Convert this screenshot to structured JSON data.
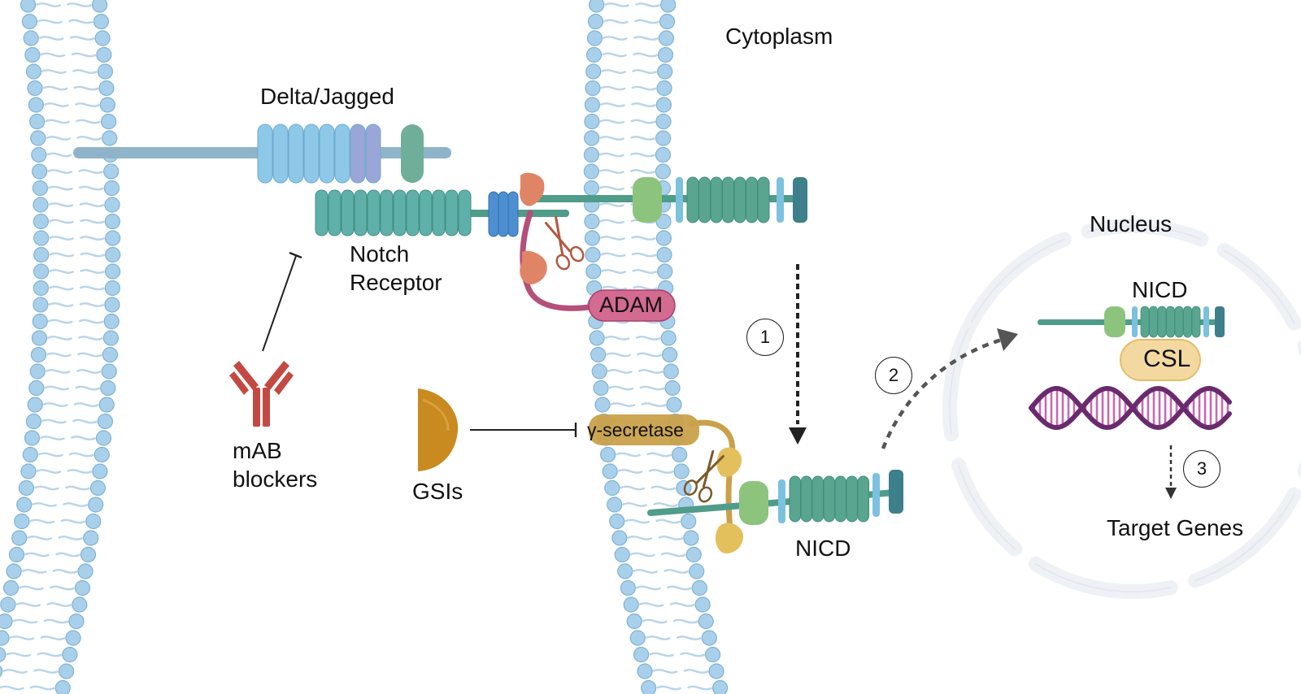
{
  "labels": {
    "cytoplasm": "Cytoplasm",
    "ligand": "Delta/Jagged",
    "notch_line1": "Notch",
    "notch_line2": "Receptor",
    "adam": "ADAM",
    "mab_line1": "mAB",
    "mab_line2": "blockers",
    "gsis": "GSIs",
    "gamma_secretase": "γ-secretase",
    "nicd_cytoplasm": "NICD",
    "nucleus": "Nucleus",
    "nicd_nucleus": "NICD",
    "csl": "CSL",
    "target_genes": "Target Genes"
  },
  "steps": [
    "1",
    "2",
    "3"
  ],
  "colors": {
    "membrane": "#a9d0ea",
    "membrane_outline": "#7fb1d6",
    "ligand_rod": "#8fb4c9",
    "ligand_egf": "#8ec8e8",
    "ligand_dsl": "#9aa6d8",
    "ligand_c2": "#6fae98",
    "notch_egf": "#5fb0a8",
    "notch_lnr": "#4d8fd0",
    "notch_shaft": "#4f9c8a",
    "ram": "#8cc47e",
    "ank": "#5aa58f",
    "ank_stripe": "#7cc1de",
    "pest": "#3d7f8a",
    "adam": "#d36a8f",
    "adam_arm": "#b4507a",
    "adam_lobe": "#e08466",
    "gamma": "#c9a14a",
    "gamma_lobe": "#e3c05c",
    "gsi": "#c98a1f",
    "antibody": "#c34a43",
    "csl_fill": "#f3d9a0",
    "csl_stroke": "#e3bd6b",
    "dna_strand": "#6a2a6e",
    "dna_rung": "#c04ea2",
    "nucleus_env": "#eef1f5"
  }
}
